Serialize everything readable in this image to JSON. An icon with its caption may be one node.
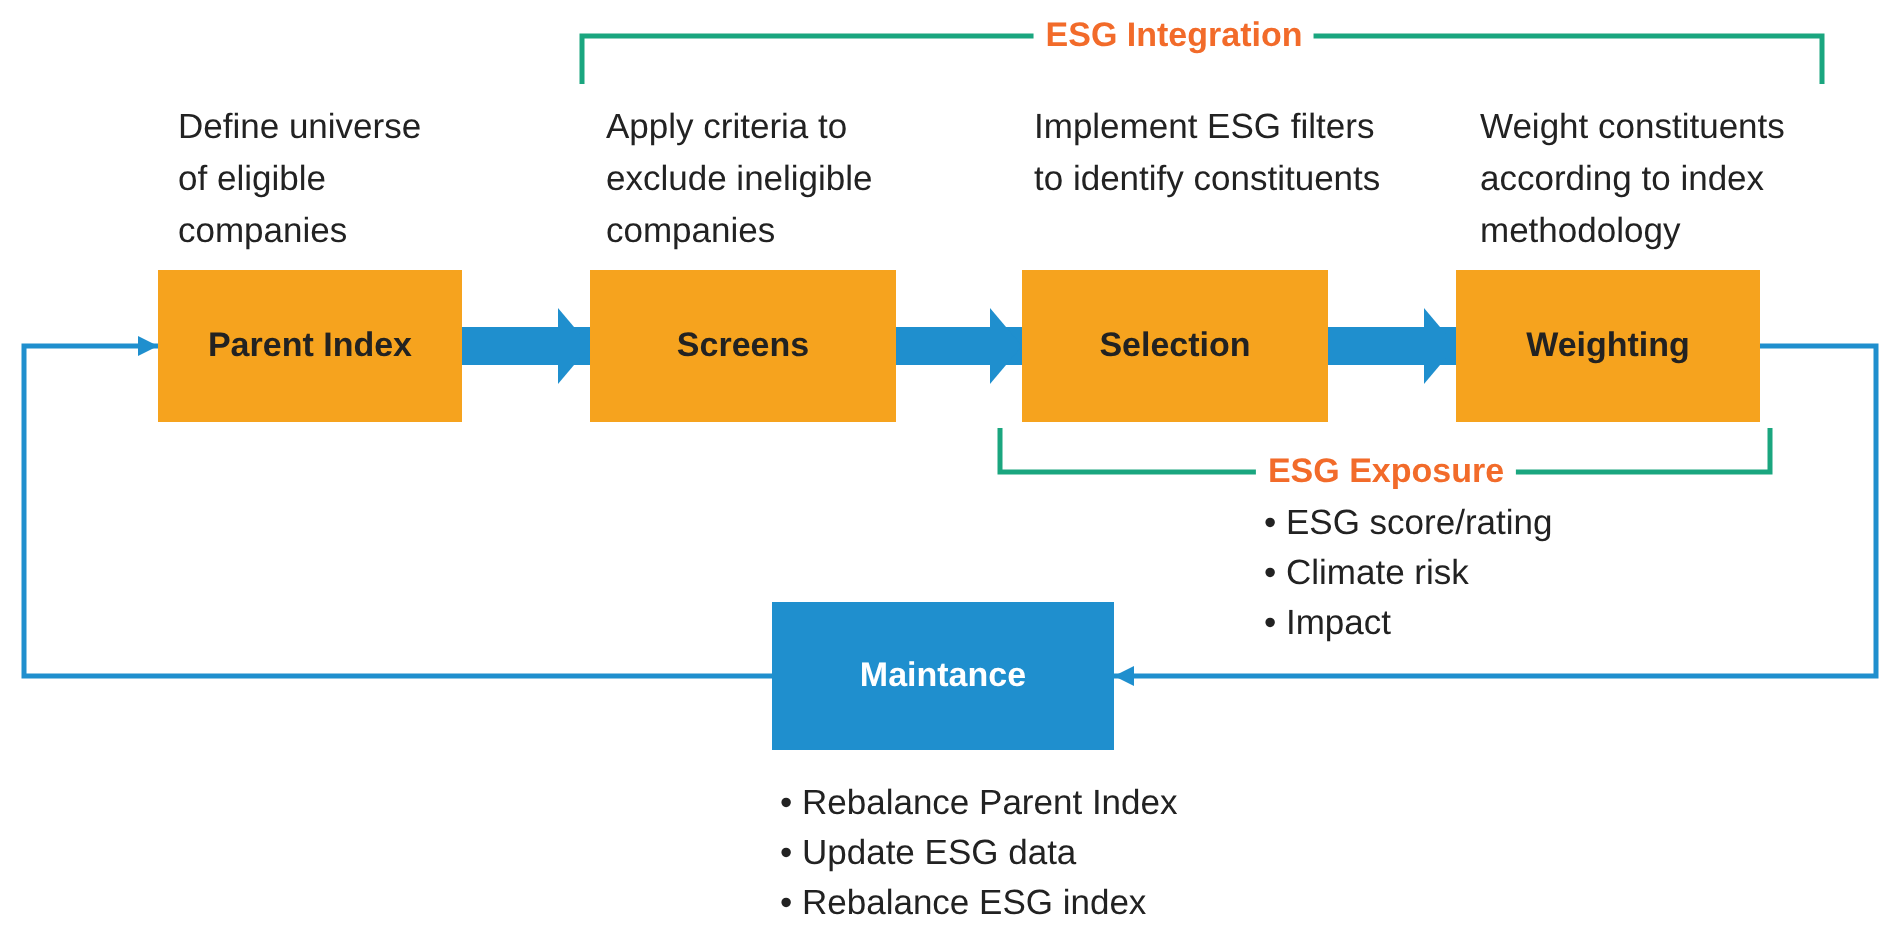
{
  "diagram": {
    "nodes": [
      {
        "text": [
          "Parent Index"
        ],
        "beside": [
          "Define universe of eligible companies"
        ]
      },
      {
        "text": [
          "Screens"
        ],
        "beside": [
          "Apply criteria to exclude ineligible companies"
        ]
      },
      {
        "text": [
          "Selection"
        ],
        "beside": [
          "Implement ESG filters to identify constituents"
        ]
      },
      {
        "text": [
          "Weighting"
        ],
        "beside": [
          "Weight constituents according to index methodology"
        ]
      },
      {
        "text": [
          "Maintance"
        ],
        "beside": [
          "• Rebalance Parent Index",
          "• Update ESG data",
          "• Rebalance ESG index"
        ]
      }
    ],
    "edges": [
      {
        "from": 0,
        "to": 1,
        "arrow": "to"
      },
      {
        "from": 1,
        "to": 2,
        "arrow": "to"
      },
      {
        "from": 2,
        "to": 3,
        "arrow": "to"
      },
      {
        "from": 3,
        "to": 4,
        "arrow": "to"
      },
      {
        "from": 4,
        "to": 0,
        "arrow": "to"
      }
    ],
    "labels": [
      "ESG Integration",
      "ESG Exposure",
      "• ESG score/rating",
      "• Climate risk",
      "• Impact"
    ]
  }
}
